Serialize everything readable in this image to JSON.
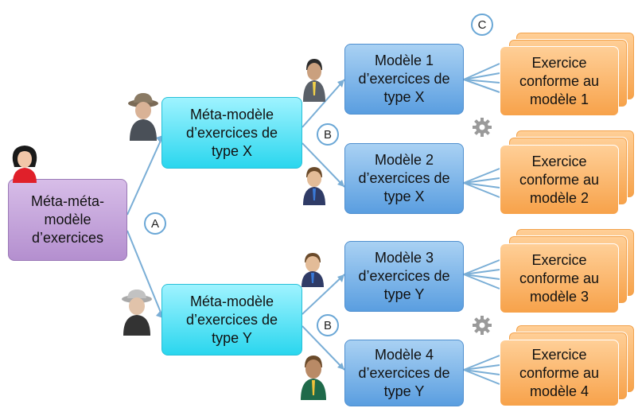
{
  "root": {
    "label": "Méta-méta-\nmodèle\nd’exercices"
  },
  "metamodels": [
    {
      "label": "Méta-modèle\nd’exercices de\ntype X"
    },
    {
      "label": "Méta-modèle\nd’exercices de\ntype Y"
    }
  ],
  "models": [
    {
      "label": "Modèle 1\nd’exercices de\ntype X"
    },
    {
      "label": "Modèle 2\nd’exercices de\ntype X"
    },
    {
      "label": "Modèle 3\nd’exercices de\ntype Y"
    },
    {
      "label": "Modèle 4\nd’exercices de\ntype Y"
    }
  ],
  "exercises": [
    {
      "label": "Exercice\nconforme au\nmodèle 1"
    },
    {
      "label": "Exercice\nconforme au\nmodèle 2"
    },
    {
      "label": "Exercice\nconforme au\nmodèle 3"
    },
    {
      "label": "Exercice\nconforme au\nmodèle 4"
    }
  ],
  "badges": {
    "a": "A",
    "b1": "B",
    "b2": "B",
    "c": "C"
  },
  "icons": {
    "people": [
      "woman-avatar-icon",
      "hat-man-icon",
      "grey-hat-man-icon",
      "man-icon"
    ],
    "gear": "gear-icon"
  },
  "colors": {
    "line": "#7aaed6",
    "metametamodel": "#b48fcf",
    "metamodel": "#2ad6ee",
    "model": "#5a9ee0",
    "exercise": "#f7a24a"
  }
}
